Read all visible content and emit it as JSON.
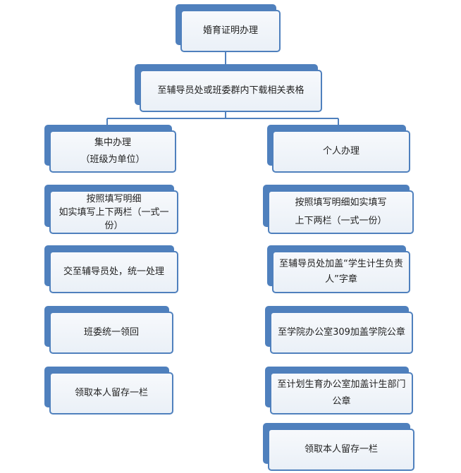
{
  "colors": {
    "accent": "#4f80bd",
    "box_fill": "#eef3f9",
    "line": "#4f80bd",
    "text": "#222222"
  },
  "nodes": {
    "root": {
      "lines": [
        "婚育证明办理"
      ]
    },
    "download": {
      "lines": [
        "至辅导员处或班委群内下载相关表格"
      ]
    },
    "left": {
      "header": {
        "lines": [
          "集中办理",
          "（班级为单位）"
        ]
      },
      "step1": {
        "lines": [
          "按照填写明细",
          "如实填写上下两栏（一式一",
          "份）"
        ]
      },
      "step2": {
        "lines": [
          "交至辅导员处，统一处理"
        ]
      },
      "step3": {
        "lines": [
          "班委统一领回"
        ]
      },
      "step4": {
        "lines": [
          "领取本人留存一栏"
        ]
      }
    },
    "right": {
      "header": {
        "lines": [
          "个人办理"
        ]
      },
      "step1": {
        "lines": [
          "按照填写明细如实填写",
          "上下两栏（一式一份）"
        ]
      },
      "step2": {
        "lines": [
          "至辅导员处加盖“学生计生负责",
          "人”字章"
        ]
      },
      "step3": {
        "lines": [
          "至学院办公室309加盖学院公章"
        ]
      },
      "step4": {
        "lines": [
          "至计划生育办公室加盖计生部门",
          "公章"
        ]
      },
      "step5": {
        "lines": [
          "领取本人留存一栏"
        ]
      }
    }
  }
}
